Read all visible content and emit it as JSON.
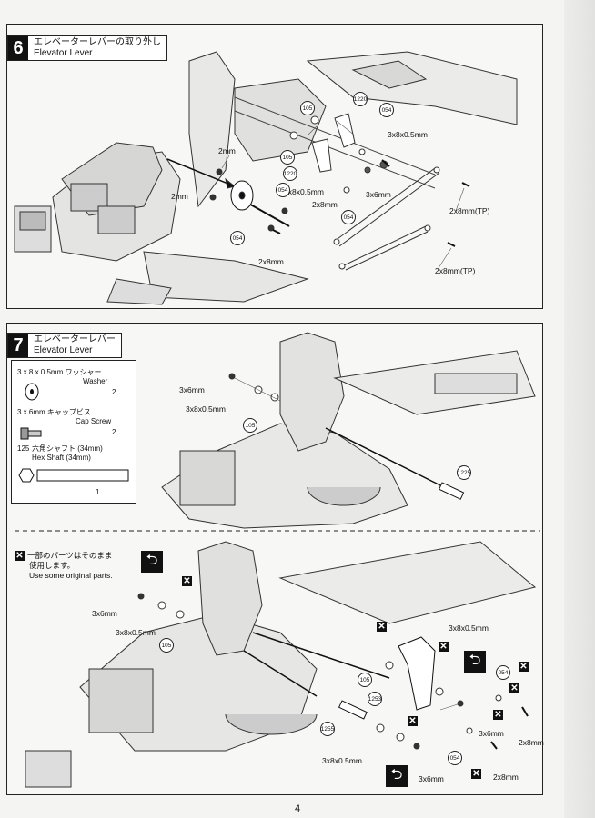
{
  "step6": {
    "number": "6",
    "title_jp": "エレベーターレバーの取り外し",
    "title_en": "Elevator Lever",
    "labels": {
      "l_2mm_a": "2mm",
      "l_2mm_b": "2mm",
      "l_3x8a": "3x8x0.5mm",
      "l_3x8b": "3x8x0.5mm",
      "l_3x6": "3x6mm",
      "l_2x8a": "2x8mm",
      "l_2x8b": "2x8mm",
      "l_2x8tp_a": "2x8mm(TP)",
      "l_2x8tp_b": "2x8mm(TP)"
    },
    "circled": {
      "c105": "105",
      "c1220a": "1220",
      "c1220b": "1220",
      "c054a": "054",
      "c054b": "054",
      "c054c": "054",
      "c054d": "054",
      "c105b": "105"
    }
  },
  "step7": {
    "number": "7",
    "title_jp": "エレベーターレバー",
    "title_en": "Elevator Lever",
    "parts": {
      "washer_spec": "3 x 8 x 0.5mm ワッシャー",
      "washer_name": "Washer",
      "washer_qty": "2",
      "screw_spec": "3 x 6mm キャップビス",
      "screw_name": "Cap Screw",
      "screw_qty": "2",
      "shaft_no": "125",
      "shaft_spec": "六角シャフト (34mm)",
      "shaft_name": "Hex Shaft (34mm)",
      "shaft_qty": "1"
    },
    "labels": {
      "u_3x6": "3x6mm",
      "u_3x8": "3x8x0.5mm",
      "u_c105": "105",
      "u_c1225": "1225",
      "d_3x6a": "3x6mm",
      "d_3x8a": "3x8x0.5mm",
      "d_c105a": "105",
      "d_3x8b": "3x8x0.5mm",
      "d_c105b": "105",
      "d_c1253": "1253",
      "d_c054a": "054",
      "d_3x6b": "3x6mm",
      "d_2x8a": "2x8mm",
      "d_c1255": "1255",
      "d_3x8c": "3x8x0.5mm",
      "d_3x6c": "3x6mm",
      "d_c054b": "054",
      "d_2x8b": "2x8mm"
    },
    "note_jp_1": "一部のパーツはそのまま",
    "note_jp_2": "使用します。",
    "note_en": "Use some original parts."
  },
  "page_number": "4"
}
